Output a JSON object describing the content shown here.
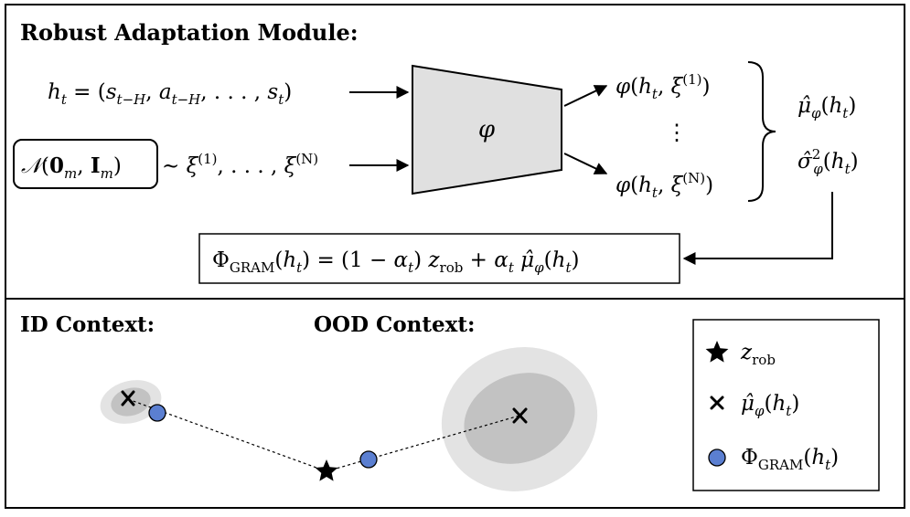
{
  "top": {
    "title": "Robust Adaptation Module:",
    "input_history": "hₜ = (sₜ₋ₕ, aₜ₋ₕ, …, sₜ)",
    "noise_dist": "𝒩(0ₘ, Iₘ)",
    "noise_samples": "∼ ξ⁽¹⁾, …, ξ⁽ᴺ⁾",
    "network_label": "φ",
    "output_first": "φ(hₜ, ξ⁽¹⁾)",
    "output_dots": "⋮",
    "output_last": "φ(hₜ, ξ⁽ᴺ⁾)",
    "mean_label": "μ̂φ(hₜ)",
    "var_label": "σ̂²φ(hₜ)",
    "formula": "ΦGRAM(hₜ) = (1 − αₜ) z_rob + αₜ μ̂φ(hₜ)"
  },
  "bottom": {
    "id_title": "ID Context:",
    "ood_title": "OOD Context:",
    "legend": {
      "z_rob": "z_rob",
      "mu_hat": "μ̂φ(hₜ)",
      "phi_gram": "ΦGRAM(hₜ)"
    }
  },
  "colors": {
    "box_fill": "#e0e0e0",
    "ellipse_outer": "#e3e3e3",
    "ellipse_inner": "#c2c2c2",
    "point_blue": "#5b7fd1"
  }
}
